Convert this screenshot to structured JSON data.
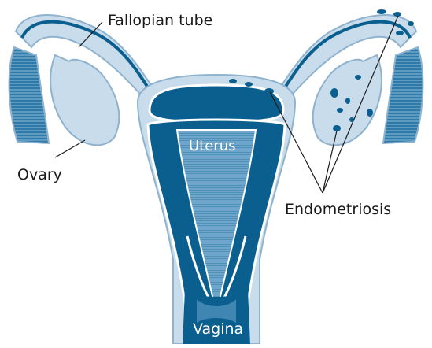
{
  "labels": {
    "fallopian_tube": "Fallopian tube",
    "ovary": "Ovary",
    "uterus": "Uterus",
    "endometriosis": "Endometriosis",
    "vagina": "Vagina"
  },
  "colors": {
    "light": "#c8dceb",
    "outline": "#8fb3cf",
    "dark": "#0a5f8e",
    "mid": "#3f86b3",
    "white": "#ffffff",
    "text": "#1a1a1a"
  }
}
